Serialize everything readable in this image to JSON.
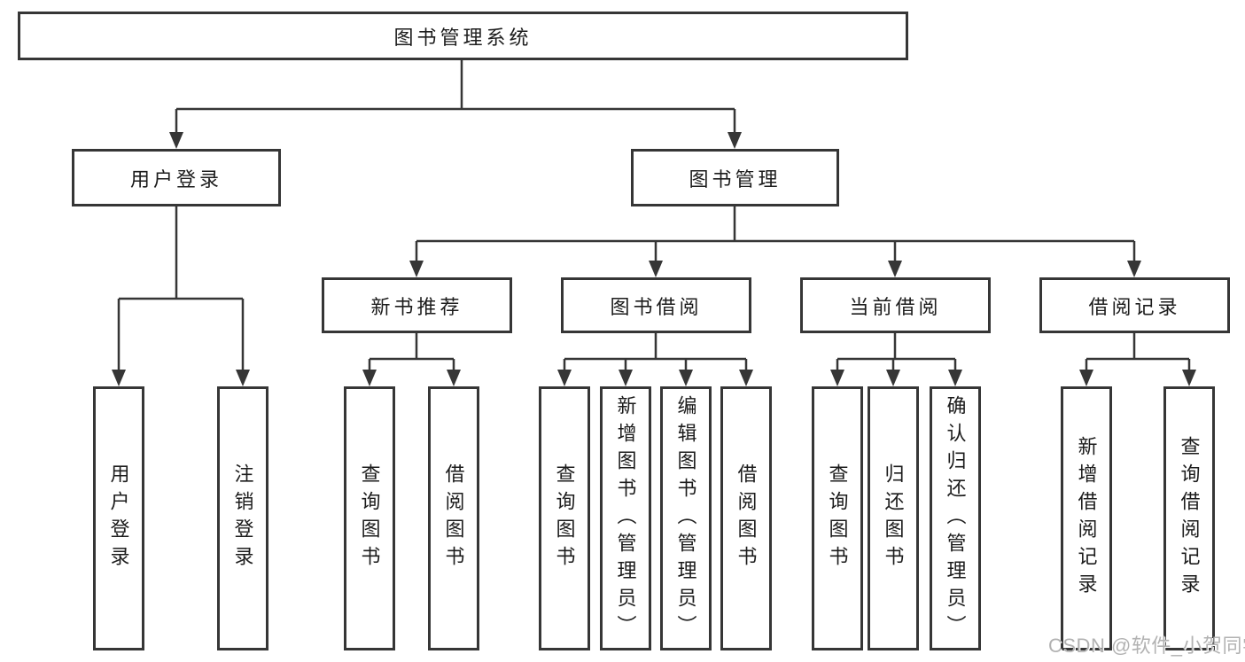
{
  "diagram_title": "图书管理系统",
  "tree": {
    "label": "图书管理系统",
    "children": [
      {
        "label": "用户登录",
        "children": [
          {
            "label": "用户登录"
          },
          {
            "label": "注销登录"
          }
        ]
      },
      {
        "label": "图书管理",
        "children": [
          {
            "label": "新书推荐",
            "children": [
              {
                "label": "查询图书"
              },
              {
                "label": "借阅图书"
              }
            ]
          },
          {
            "label": "图书借阅",
            "children": [
              {
                "label": "查询图书"
              },
              {
                "label": "新增图书（管理员）"
              },
              {
                "label": "编辑图书（管理员）"
              },
              {
                "label": "借阅图书"
              }
            ]
          },
          {
            "label": "当前借阅",
            "children": [
              {
                "label": "查询图书"
              },
              {
                "label": "归还图书"
              },
              {
                "label": "确认归还（管理员）"
              }
            ]
          },
          {
            "label": "借阅记录",
            "children": [
              {
                "label": "新增借阅记录"
              },
              {
                "label": "查询借阅记录"
              }
            ]
          }
        ]
      }
    ]
  },
  "watermark": "CSDN @软件_小贺同学",
  "colors": {
    "line": "#363636",
    "box_border": "#363636",
    "text": "#1c1c1c",
    "watermark": "#b2b2b2",
    "background": "#ffffff"
  }
}
